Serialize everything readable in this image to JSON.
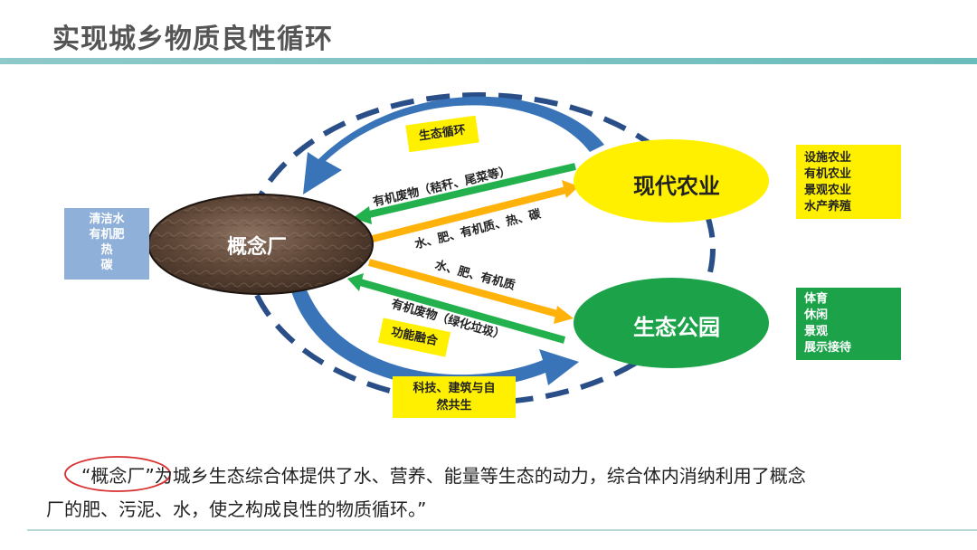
{
  "title": "实现城乡物质良性循环",
  "nodes": {
    "plant": "概念厂",
    "agriculture": "现代农业",
    "park": "生态公园"
  },
  "boxes": {
    "plant_outputs": [
      "清洁水",
      "有机肥",
      "热",
      "碳"
    ],
    "agriculture_types": [
      "设施农业",
      "有机农业",
      "景观农业",
      "水产养殖"
    ],
    "park_functions": [
      "体育",
      "休闲",
      "景观",
      "展示接待"
    ]
  },
  "tags": {
    "eco_cycle": "生态循环",
    "function_fusion": "功能融合",
    "coexistence_line1": "科技、建筑与自",
    "coexistence_line2": "然共生"
  },
  "flows": {
    "agri_to_plant": "有机废物（秸秆、尾菜等）",
    "plant_to_agri": "水、肥、有机质、热、碳",
    "plant_to_park": "水、肥、有机质",
    "park_to_plant": "有机废物（绿化垃圾）"
  },
  "description": {
    "highlight": "“概念厂”",
    "line1_rest": "为城乡生态综合体提供了水、营养、能量等生态的动力，综合体内消纳利用了概念",
    "line2": "厂的肥、污泥、水，使之构成良性的物质循环。”"
  },
  "colors": {
    "dashed_ring": "#2a4e87",
    "curved_arrow": "#3a74b8",
    "green_arrow": "#22b14c",
    "orange_arrow": "#ffb30a",
    "agriculture_node": "#fff000",
    "park_node": "#1ca34a",
    "plant_node": "#6b5242",
    "highlight_ring": "#d83030"
  }
}
